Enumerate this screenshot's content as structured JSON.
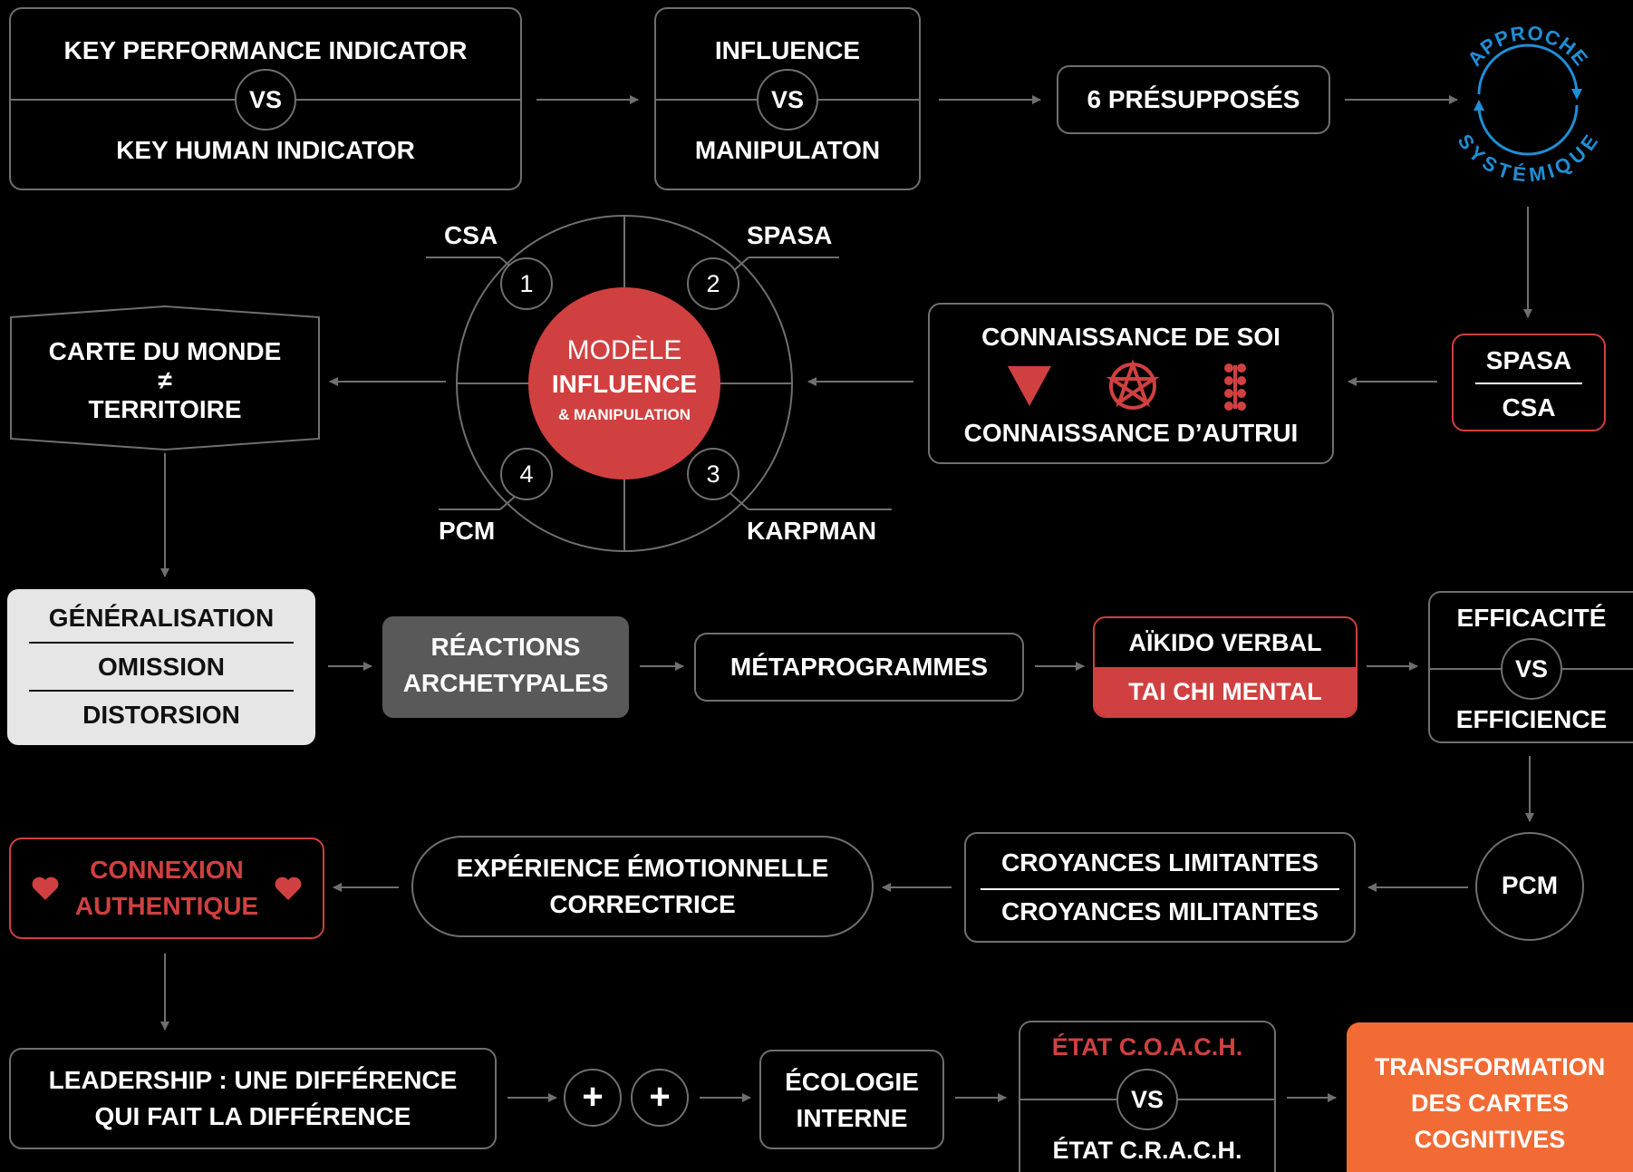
{
  "colors": {
    "background": "#000000",
    "border": "#6f6f6f",
    "red": "#d14040",
    "orange": "#f26b35",
    "blue": "#1f8fd6",
    "gray_box": "#595959",
    "light_box": "#e6e6e6"
  },
  "kpi": {
    "top": "KEY PERFORMANCE INDICATOR",
    "vs": "VS",
    "bottom": "KEY HUMAN INDICATOR"
  },
  "influence": {
    "top": "INFLUENCE",
    "vs": "VS",
    "bottom": "MANIPULATON"
  },
  "presupposes": "6 PRÉSUPPOSÉS",
  "systemic": {
    "top": "APPROCHE",
    "bottom": "SYSTÉMIQUE"
  },
  "spasa_csa": {
    "top": "SPASA",
    "bottom": "CSA"
  },
  "connaissance": {
    "top": "CONNAISSANCE DE SOI",
    "bottom": "CONNAISSANCE D’AUTRUI",
    "icons": [
      "triangle-down-icon",
      "enneagram-icon",
      "dominoes-icon"
    ]
  },
  "model": {
    "line1": "MODÈLE",
    "line2": "INFLUENCE",
    "line3": "& MANIPULATION",
    "labels": [
      "CSA",
      "SPASA",
      "KARPMAN",
      "PCM"
    ],
    "numbers": [
      "1",
      "2",
      "3",
      "4"
    ]
  },
  "carte": {
    "line1": "CARTE DU MONDE",
    "line2": "≠",
    "line3": "TERRITOIRE"
  },
  "generalisation": [
    "GÉNÉRALISATION",
    "OMISSION",
    "DISTORSION"
  ],
  "reactions": [
    "RÉACTIONS",
    "ARCHETYPALES"
  ],
  "metaprogrammes": "MÉTAPROGRAMMES",
  "aikido": {
    "top": "AÏKIDO VERBAL",
    "bottom": "TAI CHI MENTAL"
  },
  "efficacite": {
    "top": "EFFICACITÉ",
    "vs": "VS",
    "bottom": "EFFICIENCE"
  },
  "pcm": "PCM",
  "croyances": {
    "top": "CROYANCES LIMITANTES",
    "bottom": "CROYANCES MILITANTES"
  },
  "experience": [
    "EXPÉRIENCE ÉMOTIONNELLE",
    "CORRECTRICE"
  ],
  "connexion": [
    "CONNEXION",
    "AUTHENTIQUE"
  ],
  "leadership": [
    "LEADERSHIP : UNE DIFFÉRENCE",
    "QUI FAIT LA DIFFÉRENCE"
  ],
  "plus": [
    "+",
    "+"
  ],
  "ecologie": [
    "ÉCOLOGIE",
    "INTERNE"
  ],
  "etat": {
    "top": "ÉTAT C.O.A.C.H.",
    "vs": "VS",
    "bottom": "ÉTAT C.R.A.C.H."
  },
  "transformation": [
    "TRANSFORMATION",
    "DES CARTES",
    "COGNITIVES"
  ]
}
